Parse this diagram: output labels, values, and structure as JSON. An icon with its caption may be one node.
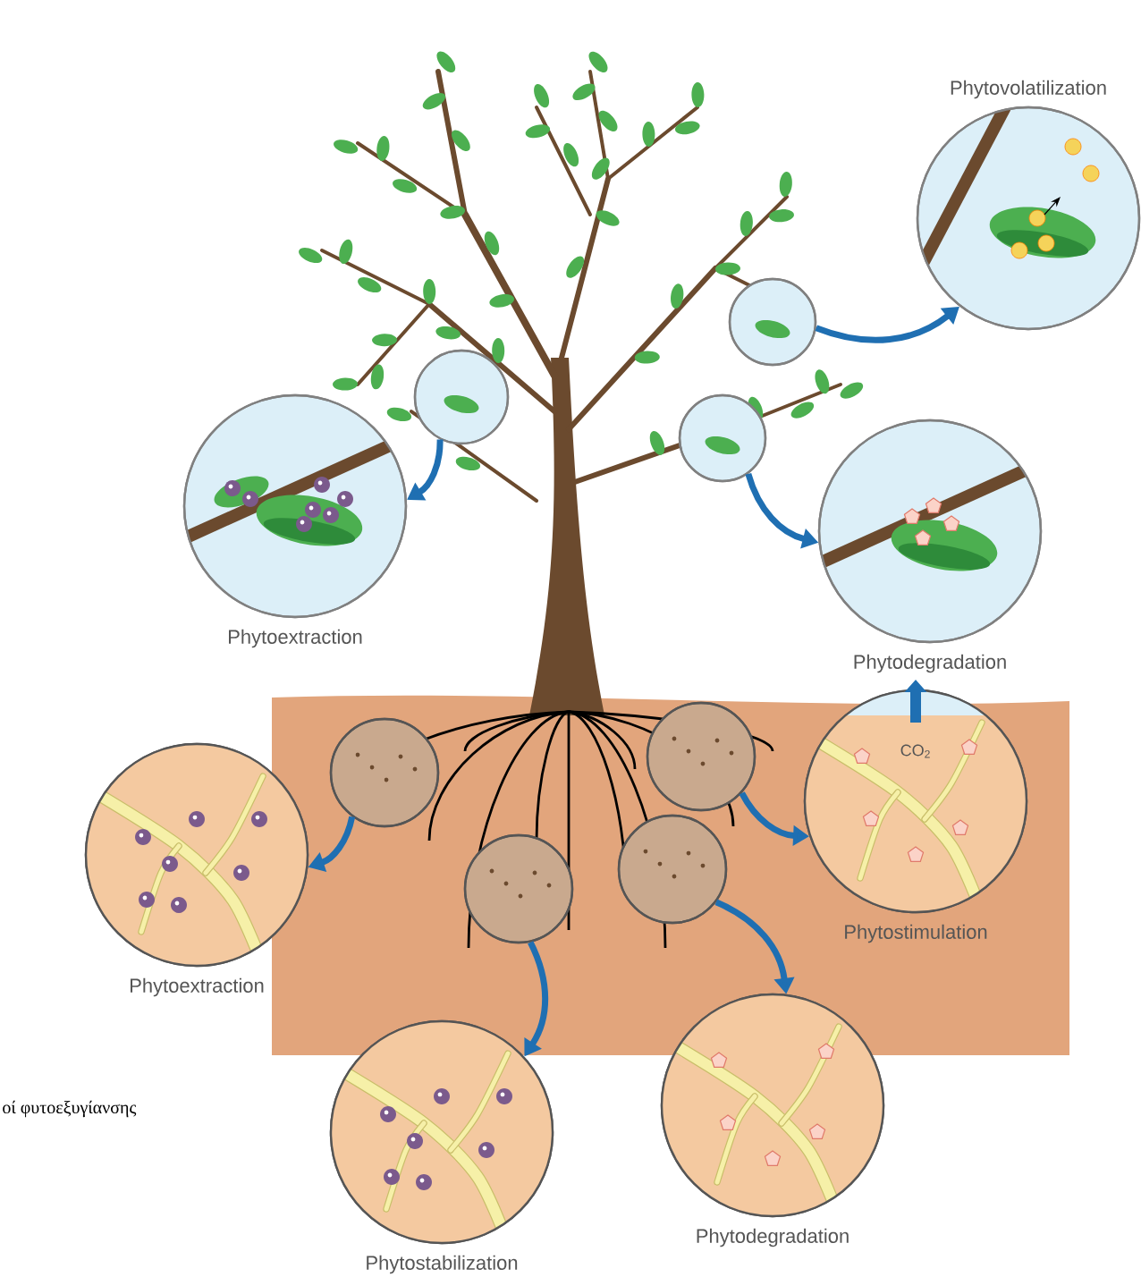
{
  "diagram": {
    "nodes": [
      {
        "text": [],
        "shape": "circle"
      },
      {
        "text": [
          "Phytoextraction"
        ]
      },
      {
        "text": [],
        "shape": "circle"
      },
      {
        "text": [
          "Phytovolatilization"
        ]
      },
      {
        "text": [],
        "shape": "circle"
      },
      {
        "text": [
          "Phytodegradation"
        ]
      },
      {
        "text": [],
        "shape": "circle"
      },
      {
        "text": [
          "Phytoextraction"
        ]
      },
      {
        "text": [],
        "shape": "circle"
      },
      {
        "text": [
          "Phytostimulation"
        ]
      },
      {
        "text": [],
        "shape": "circle"
      },
      {
        "text": [
          "Phytostabilization"
        ]
      },
      {
        "text": [],
        "shape": "circle"
      },
      {
        "text": [
          "Phytodegradation"
        ]
      }
    ],
    "edges": [
      {
        "from": 0,
        "to": 1,
        "arrow": "to"
      },
      {
        "from": 2,
        "to": 3,
        "arrow": "to"
      },
      {
        "from": 4,
        "to": 5,
        "arrow": "to"
      },
      {
        "from": 6,
        "to": 7,
        "arrow": "to"
      },
      {
        "from": 8,
        "to": 9,
        "arrow": "to"
      },
      {
        "from": 10,
        "to": 11,
        "arrow": "to"
      },
      {
        "from": 12,
        "to": 13,
        "arrow": "to"
      }
    ],
    "labels": [
      "CO$_{2}$",
      "οί φυτοεξυγίανσης"
    ]
  }
}
